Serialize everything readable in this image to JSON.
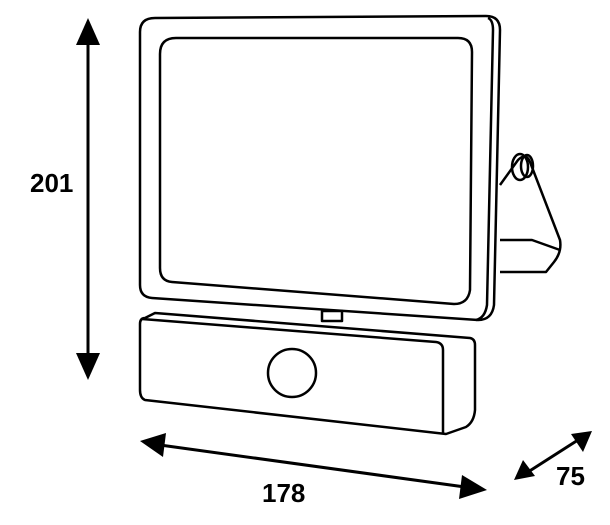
{
  "dimensions": {
    "height": "201",
    "width": "178",
    "depth": "75"
  },
  "colors": {
    "line": "#000000",
    "background": "#ffffff"
  }
}
